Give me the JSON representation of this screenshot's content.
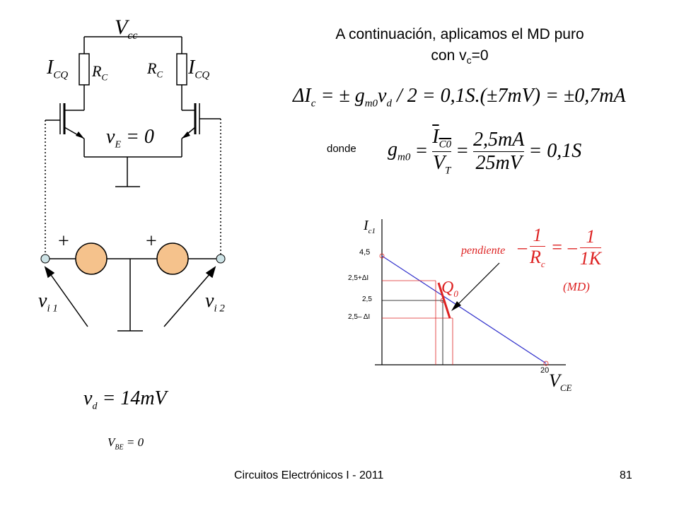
{
  "header": {
    "line1": "A continuación, aplicamos el MD puro",
    "line2_prefix": "con v",
    "line2_sub": "c",
    "line2_suffix": "=0"
  },
  "circuit": {
    "supply": "V",
    "supply_sub": "cc",
    "current_left": "I",
    "current_left_sub": "CQ",
    "current_right": "I",
    "current_right_sub": "CQ",
    "rc_left": "R",
    "rc_left_sub": "C",
    "rc_right": "R",
    "rc_right_sub": "C",
    "ve_label": "v",
    "ve_sub": "E",
    "ve_value": " = 0",
    "plus_left": "+",
    "plus_right": "+",
    "vi1": "v",
    "vi1_sub": "i 1",
    "vi2": "v",
    "vi2_sub": "i 2",
    "vd_label": "v",
    "vd_sub": "d",
    "vd_value": " = 14mV",
    "vbe_label": "V",
    "vbe_sub": "BE",
    "vbe_value": " = 0",
    "source_color": "#F5C28C",
    "terminal_color": "#CDE3E6"
  },
  "equations": {
    "delta_ic": "ΔI",
    "delta_ic_sub": "c",
    "delta_ic_rest": " = ± g",
    "delta_ic_gsub": "m0",
    "delta_ic_tail": "v",
    "delta_ic_tail_sub": "d",
    "delta_ic_end": " / 2 = 0,1S.(±7mV) = ±0,7mA",
    "donde": "donde",
    "gm_label": "g",
    "gm_sub": "m0",
    "gm_eq": " = ",
    "num1": "I",
    "num1_sub": "C0",
    "den1": "V",
    "den1_sub": "T",
    "eq2": " = ",
    "num2": "2,5mA",
    "den2": "25mV",
    "eq3": " = 0,1S"
  },
  "graph": {
    "y_axis_label": "I",
    "y_axis_sub": "c1",
    "x_axis_label": "V",
    "x_axis_sub": "CE",
    "tick_45": "4,5",
    "tick_25p": "2,5+ΔI",
    "tick_25": "2,5",
    "tick_25m": "2,5– ΔI",
    "tick_20": "20",
    "q_label": "Q",
    "q_sub": "0",
    "pendiente": "pendiente",
    "slope_lhs": "–",
    "slope_n1": "1",
    "slope_d1": "R",
    "slope_d1_sub": "c",
    "slope_mid": "= –",
    "slope_n2": "1",
    "slope_d2": "1K",
    "md": "(MD)",
    "line_color": "#3333CC",
    "accent_color": "#DD2222"
  },
  "footer": {
    "course": "Circuitos Electrónicos I - 2011",
    "page": "81"
  }
}
